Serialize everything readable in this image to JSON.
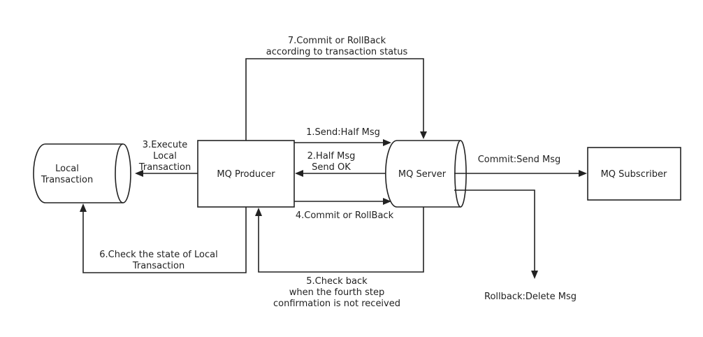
{
  "nodes": {
    "local_transaction": [
      "Local",
      "Transaction"
    ],
    "mq_producer": "MQ Producer",
    "mq_server": "MQ Server",
    "mq_subscriber": "MQ Subscriber"
  },
  "edges": {
    "step1": "1.Send:Half Msg",
    "step2": [
      "2.Half Msg",
      "Send OK"
    ],
    "step3": [
      "3.Execute",
      "Local",
      "Transaction"
    ],
    "step4": "4.Commit or RollBack",
    "step5": [
      "5.Check back",
      "when the fourth step",
      "confirmation is not received"
    ],
    "step6": [
      "6.Check the state of Local",
      "Transaction"
    ],
    "step7": [
      "7.Commit or RollBack",
      "according to transaction status"
    ],
    "commit_send": "Commit:Send Msg",
    "rollback_delete": "Rollback:Delete Msg"
  }
}
